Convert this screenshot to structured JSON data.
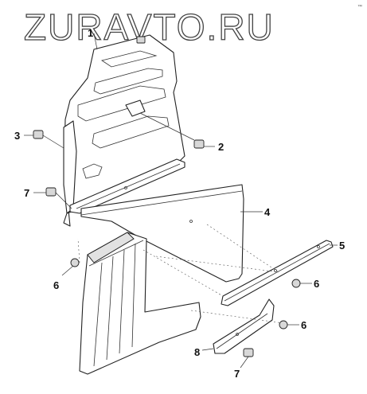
{
  "watermark": "ZURAVTO.RU",
  "corner_mark": "™",
  "callouts": [
    "1",
    "2",
    "3",
    "4",
    "5",
    "6",
    "6",
    "6",
    "7",
    "7",
    "8"
  ]
}
